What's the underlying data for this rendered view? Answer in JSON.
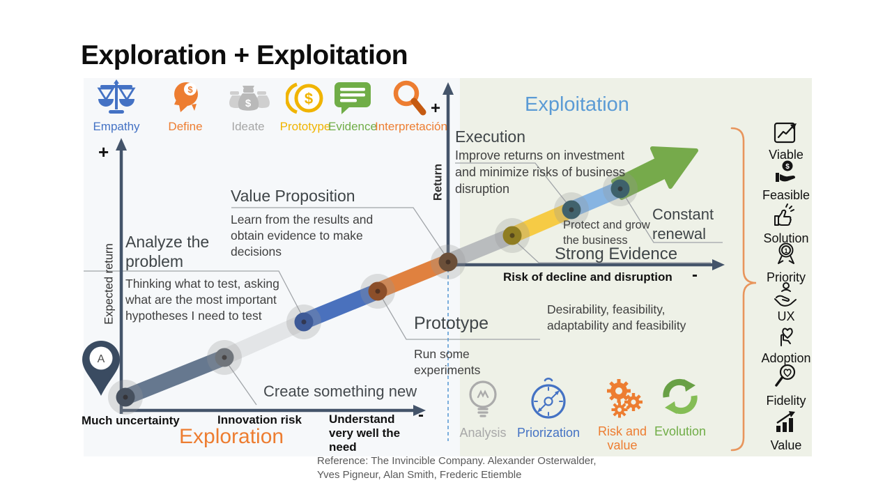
{
  "title": "Exploration + Exploitation",
  "top_icons": [
    {
      "icon": "balance-scales",
      "label": "Empathy",
      "color": "#4472c4"
    },
    {
      "icon": "head-dollar",
      "label": "Define",
      "color": "#ed7d31"
    },
    {
      "icon": "money-bags",
      "label": "Ideate",
      "color": "#a6a6a6"
    },
    {
      "icon": "dollar-coin",
      "label": "Prototype",
      "color": "#f0b400"
    },
    {
      "icon": "speech-bubble",
      "label": "Evidence",
      "color": "#70ad47"
    },
    {
      "icon": "magnifier",
      "label": "Interpretación",
      "color": "#ed7d31"
    }
  ],
  "sections": {
    "exploration": "Exploration",
    "exploitation": "Exploitation"
  },
  "axes": {
    "left": {
      "plus": "+",
      "label": "Expected return"
    },
    "bottom": {
      "above": "Create something new",
      "minus": "-",
      "label_left": "Much uncertainty",
      "label_mid": "Innovation risk",
      "label_right": "Understand very well the need"
    },
    "center": {
      "plus": "+",
      "vlabel": "Return",
      "hlabel": "Risk of decline and disruption",
      "minus": "-"
    }
  },
  "annotations": {
    "analyze": {
      "title": "Analyze the problem",
      "body": "Thinking what to test, asking what are the most important hypotheses I need to test"
    },
    "value_proposition": {
      "title": "Value Proposition",
      "body": "Learn from the results and obtain evidence to make decisions"
    },
    "prototype": {
      "title": "Prototype",
      "body": "Run some experiments"
    },
    "execution": {
      "title": "Execution",
      "body": "Improve returns on investment and minimize risks of business disruption"
    },
    "strong_evidence": {
      "title": "Strong Evidence",
      "note": "Protect and grow the business"
    },
    "constant_renewal": {
      "title": "Constant renewal"
    },
    "desirability": {
      "body": "Desirability, feasibility, adaptability and feasibility"
    }
  },
  "pin": {
    "label": "A"
  },
  "right_column": [
    {
      "icon": "line-chart",
      "label": "Viable"
    },
    {
      "icon": "coin-in-hand",
      "label": "Feasible"
    },
    {
      "icon": "thumbs-up",
      "label": "Solution"
    },
    {
      "icon": "medal-number-one",
      "label": "Priority"
    },
    {
      "icon": "person-in-hand",
      "label": "UX"
    },
    {
      "icon": "tap-heart",
      "label": "Adoption"
    },
    {
      "icon": "magnifier-heart",
      "label": "Fidelity"
    },
    {
      "icon": "bar-chart-growth",
      "label": "Value"
    }
  ],
  "bottom_icons": [
    {
      "icon": "lightbulb",
      "label": "Analysis",
      "color": "#a8a8a8"
    },
    {
      "icon": "compass",
      "label": "Priorization",
      "color": "#4472c4"
    },
    {
      "icon": "gears",
      "label": "Risk and value",
      "color": "#ed7d31"
    },
    {
      "icon": "cycle-arrows",
      "label": "Evolution",
      "color": "#70ad47"
    }
  ],
  "reference": "Reference: The Invincible Company. Alexander Osterwalder, Yves Pigneur, Alan Smith, Frederic Etiemble",
  "colors": {
    "axis": "#44546a",
    "exploration_accent": "#ed7d31",
    "exploitation_accent": "#5b9bd5",
    "green_arrow": "#76aa4b",
    "brace": "#e8955c",
    "dashed_line": "#5b9bd5",
    "panel_left": "#f6f8fa",
    "panel_right": "#eef1e7",
    "segments": [
      "#66788f",
      "#e3e5e7",
      "#4a71bd",
      "#e0813f",
      "#b9bcbe",
      "#f6cb45",
      "#86b4e2"
    ],
    "dots": [
      "#46505e",
      "#70757b",
      "#3e5a97",
      "#8c4f2a",
      "#6b4f39",
      "#8f7d22",
      "#41626c",
      "#3e616b"
    ]
  }
}
